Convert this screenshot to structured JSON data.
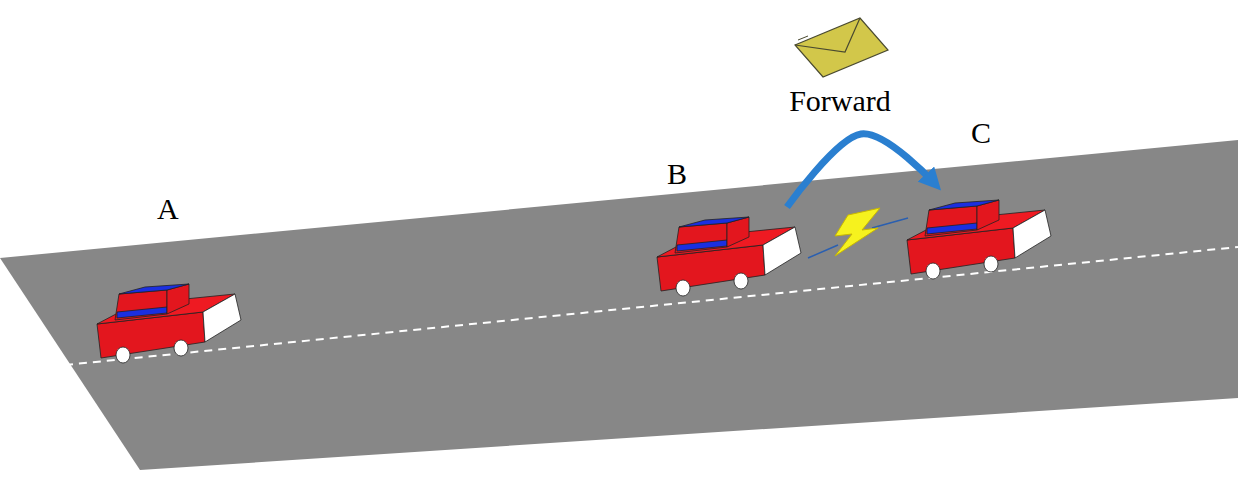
{
  "diagram": {
    "nodes": [
      {
        "text": [
          "A"
        ]
      },
      {
        "text": [
          "B"
        ]
      },
      {
        "text": [
          "C"
        ]
      }
    ],
    "edges": [
      {
        "from": 1,
        "to": 2,
        "arrow": "to",
        "label": "Forward"
      }
    ]
  }
}
